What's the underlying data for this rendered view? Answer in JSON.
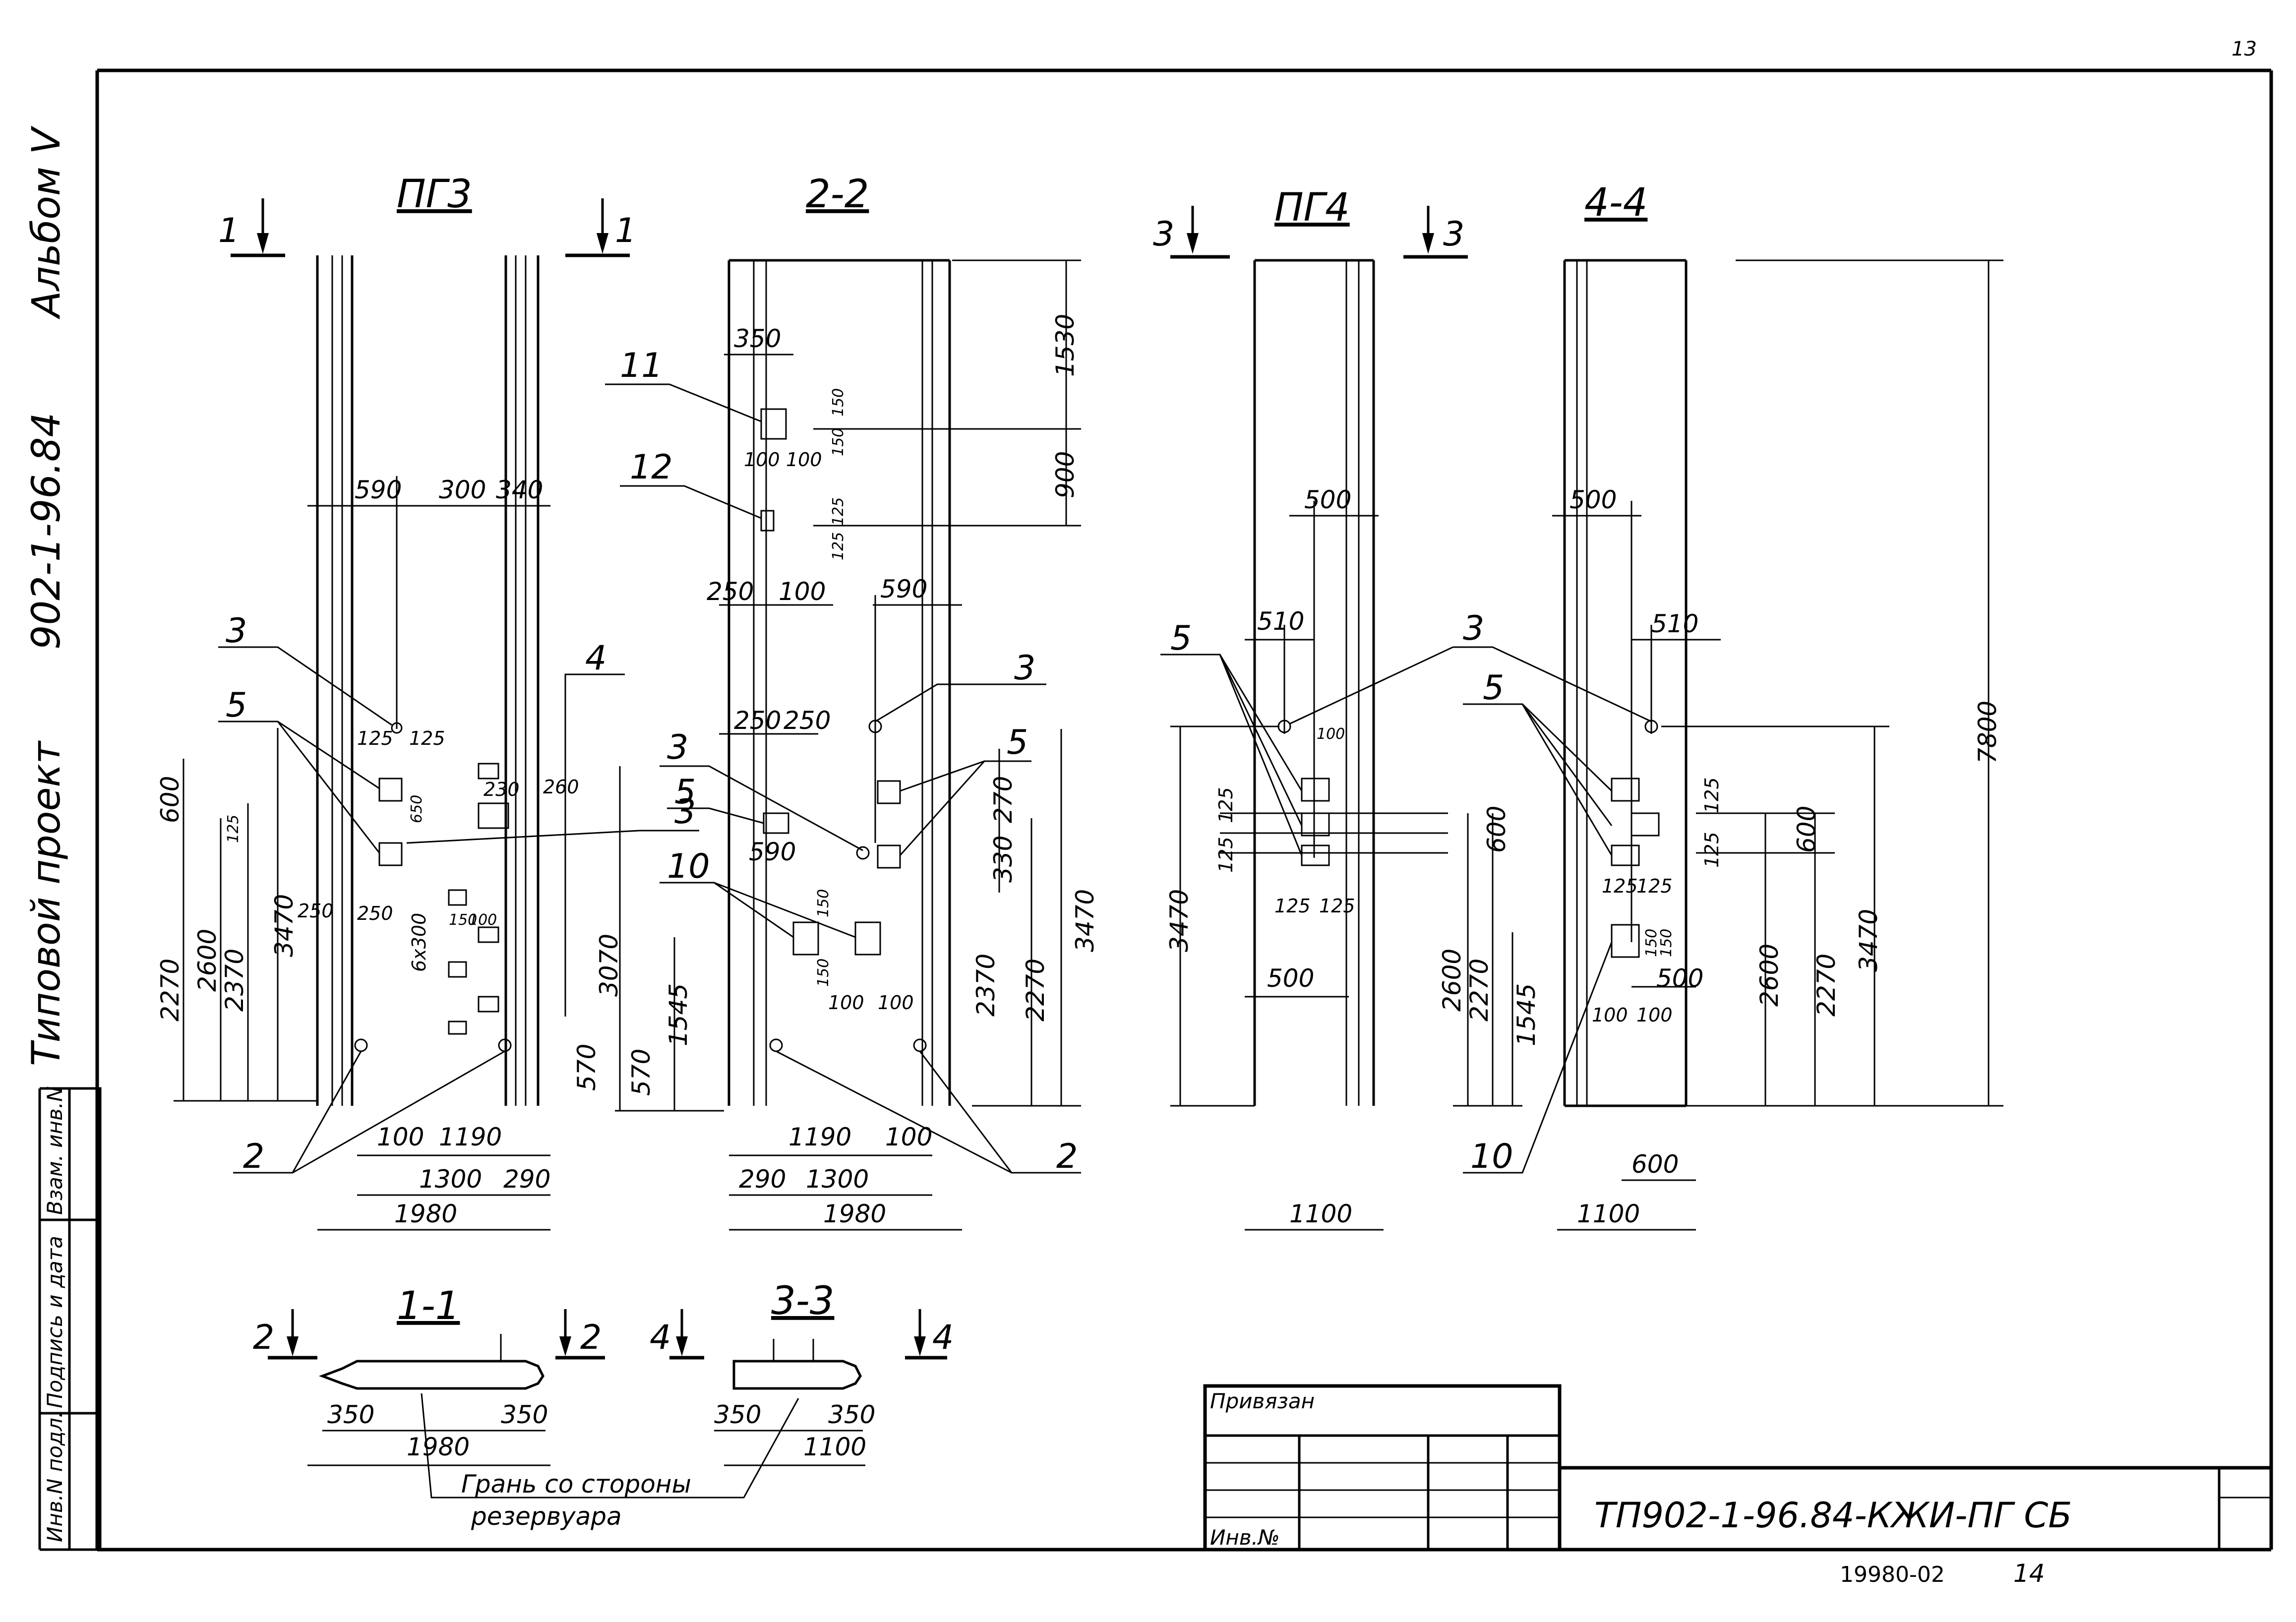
{
  "page_number": "13",
  "side_labels": {
    "album": "Альбом V",
    "project_number": "902-1-96.84",
    "project_type": "Типовой проект"
  },
  "side_stamp": {
    "col1": "Инв.N подл.",
    "col2": "Подпись и дата",
    "col3": "Взам. инв.N"
  },
  "views": {
    "pg3": {
      "title": "ПГ3",
      "cut_left": "1",
      "cut_right": "1",
      "dims": {
        "d590": "590",
        "d300": "300",
        "d340": "340",
        "d125a": "125",
        "d125b": "125",
        "d125c": "125",
        "d600": "600",
        "d2270": "2270",
        "d2600": "2600",
        "d2370": "2370",
        "d3470": "3470",
        "d250a": "250",
        "d250b": "250",
        "d6x300": "6x300",
        "d230": "230",
        "d260": "260",
        "d650": "650",
        "d150": "150",
        "d100": "100",
        "d3070": "3070",
        "d570": "570",
        "d100b": "100",
        "d1190": "1190",
        "d1300": "1300",
        "d290": "290",
        "d1980": "1980"
      },
      "marks": {
        "m3a": "3",
        "m5": "5",
        "m4": "4",
        "m3b": "3",
        "m2": "2"
      }
    },
    "s22": {
      "title": "2-2",
      "dims": {
        "d350": "350",
        "d150a": "150",
        "d150b": "150",
        "d100a": "100",
        "d100b": "100",
        "d1530": "1530",
        "d900": "900",
        "d125a": "125",
        "d125b": "125",
        "d250a": "250",
        "d100c": "100",
        "d590a": "590",
        "d250b": "250",
        "d250c": "250",
        "d590b": "590",
        "d150c": "150",
        "d150d": "150",
        "d100d": "100",
        "d100e": "100",
        "d270": "270",
        "d330": "330",
        "d3470": "3470",
        "d2370": "2370",
        "d2270": "2270",
        "d1545": "1545",
        "d570": "570",
        "d1190": "1190",
        "d100f": "100",
        "d290": "290",
        "d1300": "1300",
        "d1980": "1980"
      },
      "marks": {
        "m11": "11",
        "m12": "12",
        "m3a": "3",
        "m5a": "5",
        "m3b": "3",
        "m5b": "5",
        "m10": "10",
        "m2": "2"
      }
    },
    "pg4": {
      "title": "ПГ4",
      "cut_left": "3",
      "cut_right": "3",
      "dims": {
        "d500a": "500",
        "d510": "510",
        "d100": "100",
        "d125a": "125",
        "d125b": "125",
        "d600": "600",
        "d3470": "3470",
        "d125c": "125",
        "d125d": "125",
        "d500b": "500",
        "d2600": "2600",
        "d2270": "2270",
        "d1545": "1545",
        "d1100": "1100"
      },
      "marks": {
        "m5": "5",
        "m3": "3"
      }
    },
    "s44": {
      "title": "4-4",
      "dims": {
        "d500": "500",
        "d510": "510",
        "d125a": "125",
        "d125b": "125",
        "d125c": "125",
        "d125d": "125",
        "d150a": "150",
        "d150b": "150",
        "d500b": "500",
        "d100a": "100",
        "d100b": "100",
        "d600a": "600",
        "d2600": "2600",
        "d2270": "2270",
        "d3470": "3470",
        "d7800": "7800",
        "d600b": "600",
        "d1100": "1100"
      },
      "marks": {
        "m5": "5",
        "m10": "10"
      }
    },
    "s11": {
      "title": "1-1",
      "cut_left": "2",
      "cut_right": "2",
      "dims": {
        "d350a": "350",
        "d350b": "350",
        "d1980": "1980"
      },
      "note_line1": "Грань со стороны",
      "note_line2": "резервуара"
    },
    "s33": {
      "title": "3-3",
      "cut_left": "4",
      "cut_right": "4",
      "dims": {
        "d350a": "350",
        "d350b": "350",
        "d1100": "1100"
      }
    }
  },
  "title_block": {
    "attached_label": "Привязан",
    "inv_label": "Инв.№",
    "drawing_code": "ТП902-1-96.84-КЖИ-ПГ СБ"
  },
  "archive_number": "19980-02",
  "sheet_number": "14"
}
